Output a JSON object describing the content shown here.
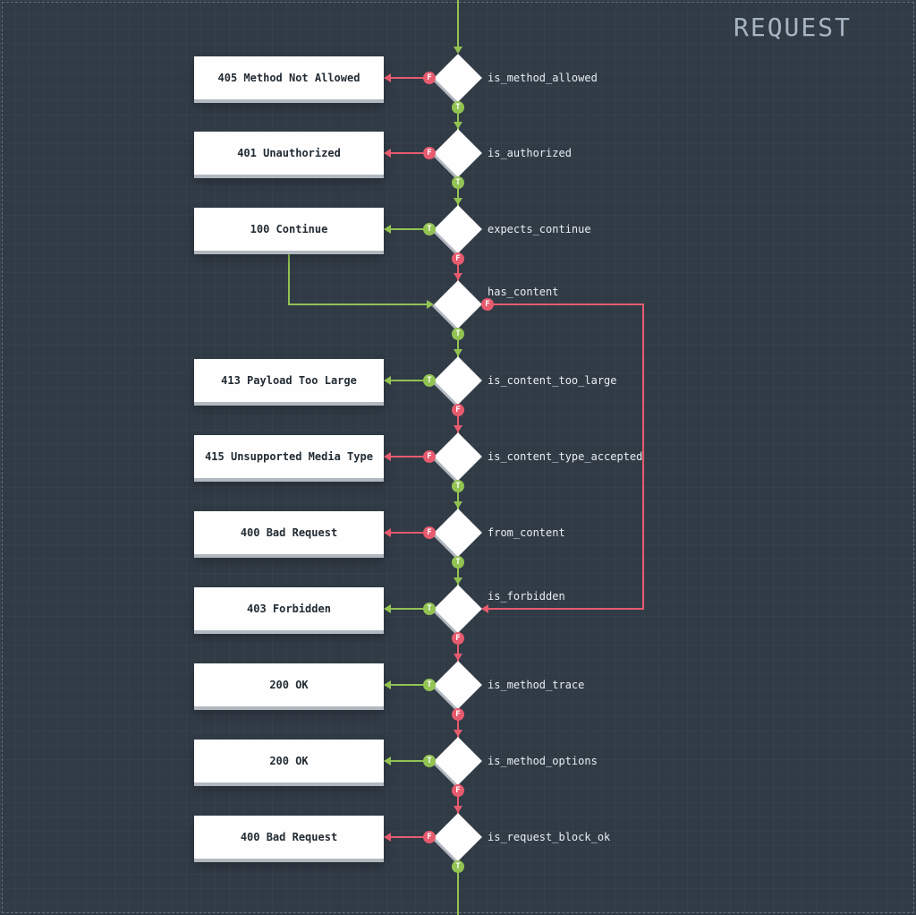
{
  "title": "REQUEST",
  "diagram_type": "flowchart",
  "colors": {
    "background": "#313b46",
    "true_branch": "#92c353",
    "false_branch": "#e65b6e",
    "node_fill": "#ffffff",
    "node_shadow": "#b2b8bf",
    "label_text": "#e8edf2",
    "title_text": "#a7b5c3"
  },
  "rows": [
    {
      "condition": "is_method_allowed",
      "result": "405 Method Not Allowed",
      "branch_letter": "F",
      "down_letter": "T"
    },
    {
      "condition": "is_authorized",
      "result": "401 Unauthorized",
      "branch_letter": "F",
      "down_letter": "T"
    },
    {
      "condition": "expects_continue",
      "result": "100 Continue",
      "branch_letter": "T",
      "down_letter": "F"
    },
    {
      "condition": "has_content",
      "result": null,
      "branch_letter": "F",
      "down_letter": "T"
    },
    {
      "condition": "is_content_too_large",
      "result": "413 Payload Too Large",
      "branch_letter": "T",
      "down_letter": "F"
    },
    {
      "condition": "is_content_type_accepted",
      "result": "415 Unsupported Media Type",
      "branch_letter": "F",
      "down_letter": "T"
    },
    {
      "condition": "from_content",
      "result": "400 Bad Request",
      "branch_letter": "F",
      "down_letter": "T"
    },
    {
      "condition": "is_forbidden",
      "result": "403 Forbidden",
      "branch_letter": "T",
      "down_letter": "F"
    },
    {
      "condition": "is_method_trace",
      "result": "200 OK",
      "branch_letter": "T",
      "down_letter": "F"
    },
    {
      "condition": "is_method_options",
      "result": "200 OK",
      "branch_letter": "T",
      "down_letter": "F"
    },
    {
      "condition": "is_request_block_ok",
      "result": "400 Bad Request",
      "branch_letter": "F",
      "down_letter": "T"
    }
  ]
}
